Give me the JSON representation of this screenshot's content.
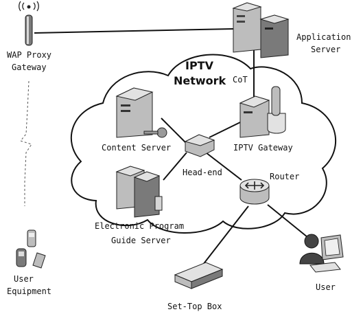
{
  "diagram": {
    "title_line1": "IPTV",
    "title_line2": "Network",
    "labels": {
      "wap_proxy_gateway_1": "WAP Proxy",
      "wap_proxy_gateway_2": "Gateway",
      "application_server_1": "Application",
      "application_server_2": "Server",
      "cot": "CoT",
      "content_server": "Content Server",
      "iptv_gateway": "IPTV Gateway",
      "head_end": "Head-end",
      "router": "Router",
      "epg_server_1": "Electronic Program",
      "epg_server_2": "Guide Server",
      "user_equipment_1": "User",
      "user_equipment_2": "Equipment",
      "user": "User",
      "set_top_box": "Set-Top Box"
    },
    "icons": {
      "wap_proxy_gateway": "antenna-icon",
      "application_server": "server-icon",
      "content_server": "server-icon",
      "content_key": "key-icon",
      "iptv_gateway": "server-icon",
      "epg_server": "server-icon",
      "head_end": "head-end-device-icon",
      "router": "router-icon",
      "user_equipment": "mobile-phone-icon",
      "user": "computer-user-icon",
      "set_top_box": "set-top-box-icon"
    }
  }
}
